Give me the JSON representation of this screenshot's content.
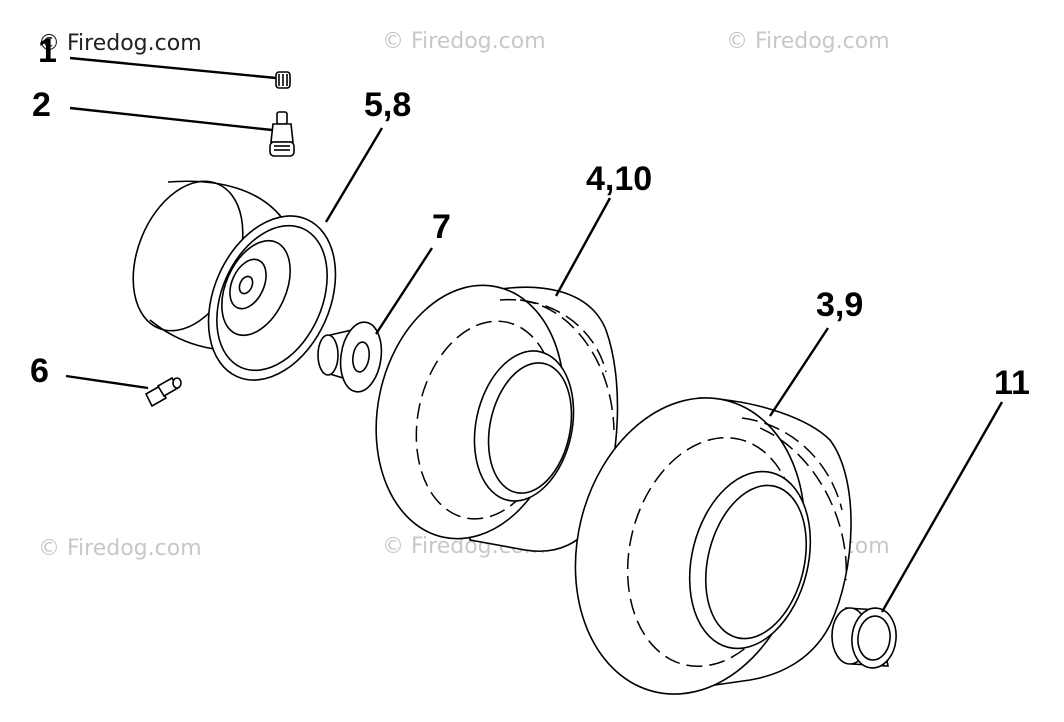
{
  "watermarks": [
    "© Firedog.com",
    "© Firedog.com",
    "© Firedog.com",
    "© Firedog.com",
    "© Firedog.com",
    "© Firedog.com"
  ],
  "callouts": {
    "c1": "1",
    "c2": "2",
    "c58": "5,8",
    "c7": "7",
    "c410": "4,10",
    "c39": "3,9",
    "c6": "6",
    "c11": "11"
  }
}
